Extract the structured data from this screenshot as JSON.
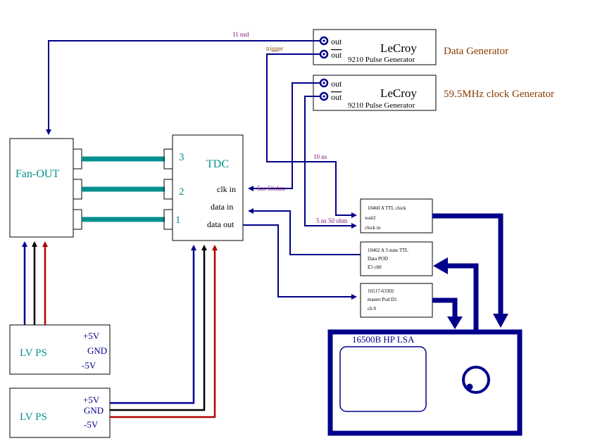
{
  "generators": [
    {
      "brand": "LeCroy",
      "model": "9210 Pulse Generator",
      "out_label": "out",
      "outbar_label": "out",
      "caption": "Data Generator"
    },
    {
      "brand": "LeCroy",
      "model": "9210 Pulse Generator",
      "out_label": "out",
      "outbar_label": "out",
      "caption": "59.5MHz clock Generator"
    }
  ],
  "fanout": {
    "label": "Fan-OUT"
  },
  "tdc": {
    "label": "TDC",
    "ports": [
      "3",
      "2",
      "1"
    ],
    "clk_in": "clk in",
    "data_in": "data in",
    "data_out": "data out"
  },
  "pods": [
    {
      "line1": "10460 A  TTL clock",
      "line2": "wait2",
      "line3": "clock in"
    },
    {
      "line1": "10462 A  3 state TTL",
      "line2": "Data POD",
      "line3": "E5 ch0"
    },
    {
      "line1": "16517-63302",
      "line2": "master Pod D1",
      "line3": "ch 0"
    }
  ],
  "lsa": {
    "label": "16500B HP LSA"
  },
  "psus": [
    {
      "label": "LV PS",
      "plus": "+5V",
      "gnd": "GND",
      "minus": "-5V"
    },
    {
      "label": "LV PS",
      "plus": "+5V",
      "gnd": "GND",
      "minus": "-5V"
    }
  ],
  "annotations": {
    "nsd": "11 nsd",
    "trigger": "trigger",
    "ten_ns": "10 ns",
    "clk_delay": "5ns 50ohm",
    "data_delay": "5 ns 50 ohm"
  },
  "colors": {
    "navy": "#00008b",
    "red": "#b00000",
    "teal": "#00908f",
    "brown": "#8a3a00",
    "purple": "#7b1070"
  }
}
